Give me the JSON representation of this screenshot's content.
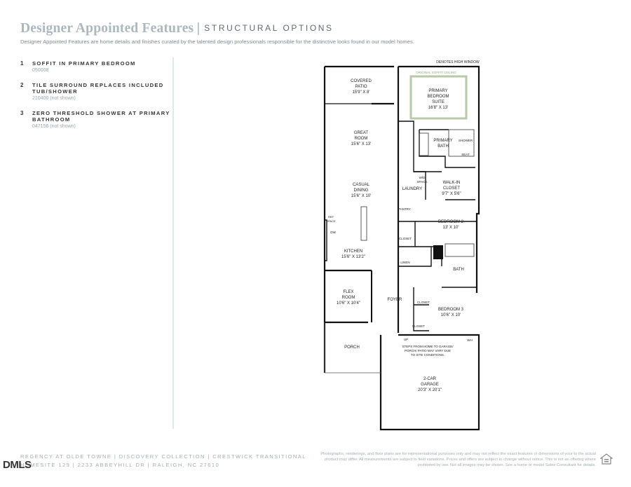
{
  "header": {
    "title": "Designer Appointed Features",
    "divider": "|",
    "subtitle": "STRUCTURAL OPTIONS",
    "description": "Designer Appointed Features are home details and finishes curated by the talented design professionals responsible for the distinctive looks found in our model homes."
  },
  "features": [
    {
      "num": "1",
      "name": "SOFFIT IN PRIMARY BEDROOM",
      "code": "050008"
    },
    {
      "num": "2",
      "name": "TILE SURROUND REPLACES INCLUDED TUB/SHOWER",
      "code": "210400 (not shown)"
    },
    {
      "num": "3",
      "name": "ZERO THRESHOLD SHOWER AT PRIMARY BATHROOM",
      "code": "047156 (not shown)"
    }
  ],
  "plan": {
    "high_window": "DENOTES HIGH WINDOW",
    "original_soffit": "ORIGINAL SOFFIT CEILING",
    "rooms": {
      "covered_patio": [
        "COVERED",
        "PATIO",
        "15'9\" X 8'"
      ],
      "primary_suite": [
        "PRIMARY",
        "BEDROOM",
        "SUITE",
        "16'8\" X 13'"
      ],
      "primary_bath": [
        "PRIMARY",
        "BATH"
      ],
      "shower": "SHOWER",
      "seat": "SEAT",
      "great_room": [
        "GREAT",
        "ROOM",
        "15'6\" X 13'"
      ],
      "wd_space": [
        "W/D",
        "SPACE"
      ],
      "laundry": "LAUNDRY",
      "walkin": [
        "WALK-IN",
        "CLOSET",
        "9'7\" X 5'6\""
      ],
      "casual_dining": [
        "CASUAL",
        "DINING",
        "15'6\" X 10'"
      ],
      "pantry": "PANTRY",
      "bedroom2": [
        "BEDROOM 2",
        "13' X 10'"
      ],
      "ref_space": [
        "REF",
        "SPACE"
      ],
      "dw": "DW",
      "closet": "CLOSET",
      "kitchen": [
        "KITCHEN",
        "15'6\" X 13'2\""
      ],
      "linen": "LINEN",
      "bath": "BATH",
      "flex": [
        "FLEX",
        "ROOM",
        "10'6\" X 10'4\""
      ],
      "foyer": "FOYER",
      "bedroom3": [
        "BEDROOM 3",
        "10'6\" X 10'"
      ],
      "closet_lower": "CLOSET",
      "up": "UP",
      "wh": "WH",
      "steps_note": [
        "STEPS FROM HOME TO GARAGE/",
        "PORCH/ PATIO MAY VARY DUE",
        "TO SITE CONDITIONS."
      ],
      "porch": "PORCH",
      "garage": [
        "2-CAR",
        "GARAGE",
        "20'3\" X 20'1\""
      ]
    }
  },
  "footer": {
    "line1": "REGENCY AT OLDE TOWNE | DISCOVERY COLLECTION | CRESTWICK TRANSITIONAL",
    "line2": "HOMESITE 129 | 2233 ABBEYHILL DR | RALEIGH, NC 27610",
    "mls": "DMLS",
    "disclaimer": "Photographs, renderings, and floor plans are for representational purposes only and may not reflect the exact features or dimensions of your to the actual product may differ. All measurements are subject to field variations. Prices and offers are subject to change without notice. This is not an offering where prohibited by law. Not all images may be shown. See a home or model Sales Consultant for details."
  },
  "colors": {
    "title": "#a9b9bf",
    "soffit": "#b7c9a6",
    "walls": "#111111"
  },
  "icons": [
    "equal-housing-icon"
  ]
}
